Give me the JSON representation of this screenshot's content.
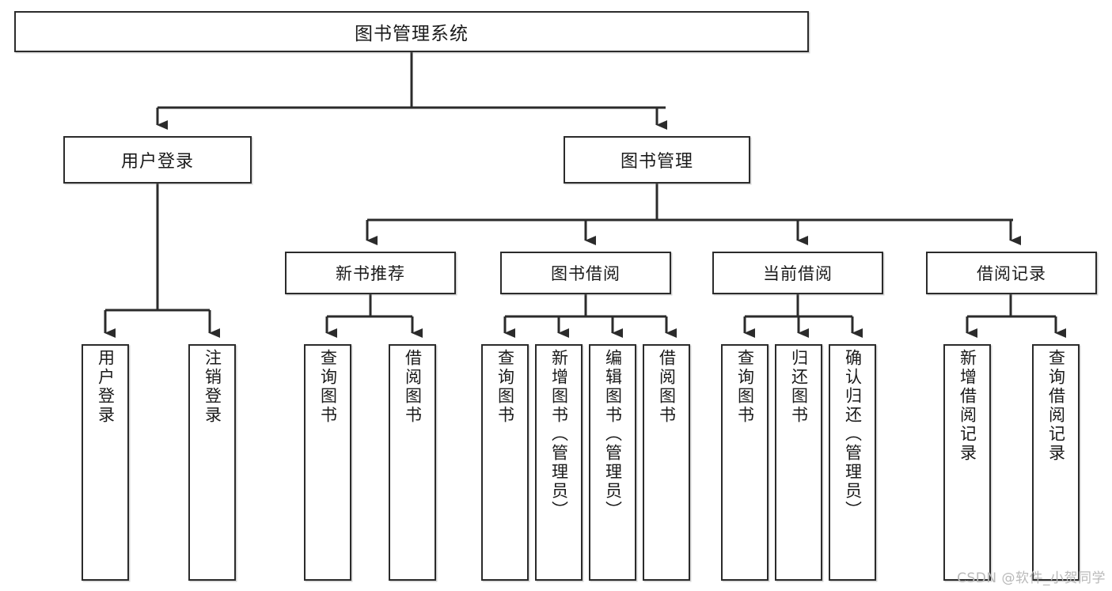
{
  "diagram": {
    "type": "tree-hierarchy",
    "title": "图书管理系统",
    "watermark": "CSDN @软件_小贺同学",
    "colors": {
      "stroke": "#2b2b2b",
      "fill": "#ffffff",
      "text": "#1a1a1a",
      "watermark": "#b9b9b9"
    },
    "nodes": {
      "root": {
        "label": "图书管理系统"
      },
      "level2": [
        {
          "id": "user-login",
          "label": "用户登录"
        },
        {
          "id": "book-manage",
          "label": "图书管理"
        }
      ],
      "level3": [
        {
          "id": "new-book-recommend",
          "label": "新书推荐"
        },
        {
          "id": "book-borrow",
          "label": "图书借阅"
        },
        {
          "id": "current-borrow",
          "label": "当前借阅"
        },
        {
          "id": "borrow-record",
          "label": "借阅记录"
        }
      ],
      "leaves": [
        {
          "id": "leaf-user-login",
          "label": "用户登录",
          "parent": "user-login"
        },
        {
          "id": "leaf-logout-login",
          "label": "注销登录",
          "parent": "user-login"
        },
        {
          "id": "leaf-query-book-1",
          "label": "查询图书",
          "parent": "new-book-recommend"
        },
        {
          "id": "leaf-borrow-book-1",
          "label": "借阅图书",
          "parent": "new-book-recommend"
        },
        {
          "id": "leaf-query-book-2",
          "label": "查询图书",
          "parent": "book-borrow"
        },
        {
          "id": "leaf-add-book",
          "label": "新增图书（管理员）",
          "parent": "book-borrow"
        },
        {
          "id": "leaf-edit-book",
          "label": "编辑图书（管理员）",
          "parent": "book-borrow"
        },
        {
          "id": "leaf-borrow-book-2",
          "label": "借阅图书",
          "parent": "book-borrow"
        },
        {
          "id": "leaf-query-book-3",
          "label": "查询图书",
          "parent": "current-borrow"
        },
        {
          "id": "leaf-return-book",
          "label": "归还图书",
          "parent": "current-borrow"
        },
        {
          "id": "leaf-confirm-return",
          "label": "确认归还（管理员）",
          "parent": "current-borrow"
        },
        {
          "id": "leaf-add-record",
          "label": "新增借阅记录",
          "parent": "borrow-record"
        },
        {
          "id": "leaf-query-record",
          "label": "查询借阅记录",
          "parent": "borrow-record"
        }
      ]
    }
  }
}
